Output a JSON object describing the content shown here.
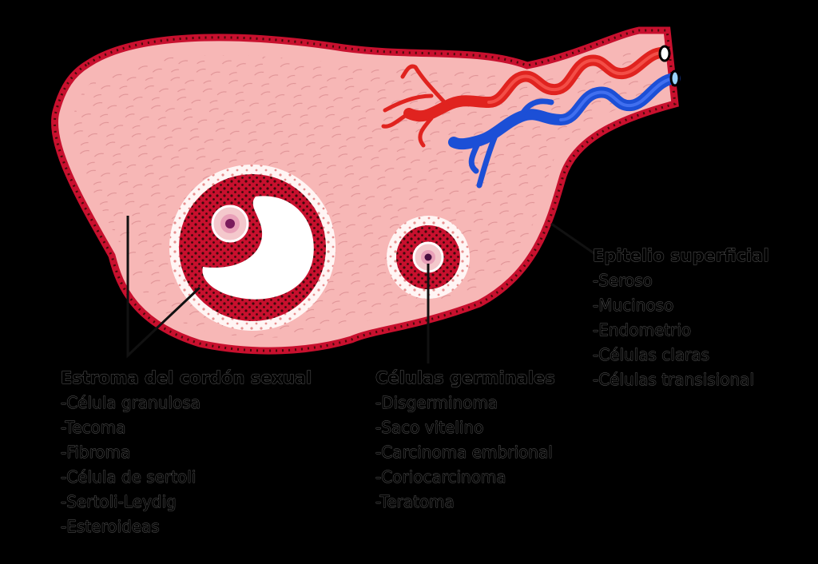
{
  "colors": {
    "background": "#000000",
    "tissue": "#f7b7b6",
    "capsule": "#c8102e",
    "artery": "#e0231f",
    "vein": "#1c4fd6",
    "antrum": "#ffffff",
    "oocyte": "#7a1b5c"
  },
  "labels": {
    "surface_epithelium": {
      "heading": "Epitelio superficial",
      "items": [
        "-Seroso",
        "-Mucinoso",
        "-Endometrio",
        "-Células claras",
        "-Células transisional"
      ]
    },
    "sex_cord_stroma": {
      "heading": "Estroma del cordón sexual",
      "items": [
        "-Célula granulosa",
        "-Tecoma",
        "-Fibroma",
        "-Célula de sertoli",
        "-Sertoli-Leydig",
        "-Esteroideas"
      ]
    },
    "germ_cells": {
      "heading": "Células germinales",
      "items": [
        "-Disgerminoma",
        "-Saco vitelino",
        "-Carcinoma embrional",
        "-Coriocarcinoma",
        "-Teratoma"
      ]
    }
  }
}
